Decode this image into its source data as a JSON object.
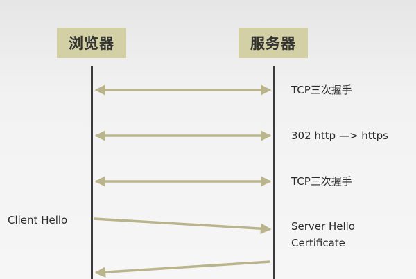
{
  "actors": {
    "browser": "浏览器",
    "server": "服务器"
  },
  "messages": [
    {
      "label": "TCP三次握手",
      "direction": "both"
    },
    {
      "label": "302 http —> https",
      "direction": "both"
    },
    {
      "label": "TCP三次握手",
      "direction": "both"
    },
    {
      "label": "Client Hello",
      "direction": "to-server"
    },
    {
      "label_line1": "Server Hello",
      "label_line2": "Certificate",
      "direction": "to-browser"
    }
  ],
  "colors": {
    "arrow": "#b9b48c",
    "lifeline": "#3a3a3a",
    "actor_bg": "#d3d0a6"
  }
}
